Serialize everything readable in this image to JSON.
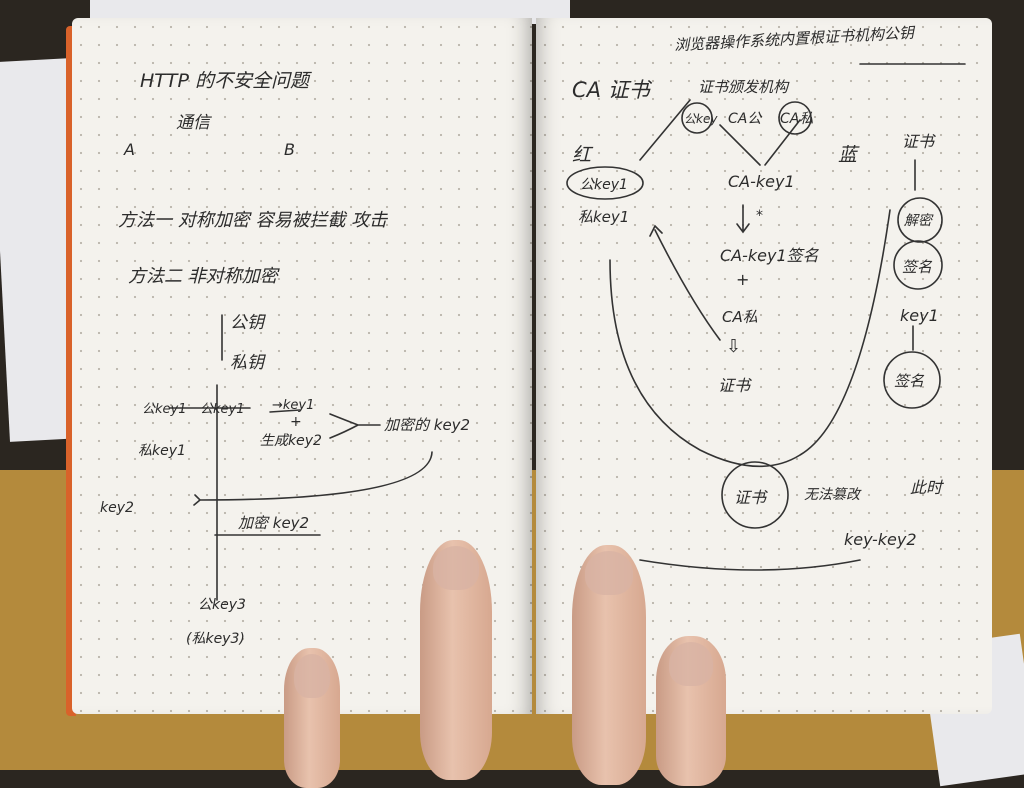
{
  "left_page": {
    "title": "HTTP 的不安全问题",
    "subtitle": "通信",
    "party_a": "A",
    "party_b": "B",
    "method1": "方法一 对称加密  容易被拦截 攻击",
    "method2": "方法二 非对称加密",
    "public_key": "公钥",
    "private_key": "私钥",
    "pub_key1": "公key1",
    "pub_key1_b": "公key1",
    "arrow_key1": "→key1",
    "plus": "+",
    "gen_key2": "生成key2",
    "encrypted_key2": "加密的 key2",
    "priv_key1": "私key1",
    "key2": "key2",
    "encrypt_key2": "加密 key2",
    "pub_key3": "公key3",
    "priv_key3": "(私key3)"
  },
  "right_page": {
    "header_note": "浏览器操作系统内置根证书机构公钥",
    "ca_cert": "CA 证书",
    "cert_issuer": "证书颁发机构",
    "ca_pub_circled": "公key",
    "ca_pub": "CA公",
    "ca_priv_circled": "CA私",
    "red": "红",
    "red_pub_key1": "公key1",
    "red_priv_key1": "私key1",
    "ca_key1": "CA-key1",
    "star": "*",
    "ca_key1_sign": "CA-key1签名",
    "plus": "+",
    "ca_priv": "CA私",
    "down_arrow": "⇩",
    "cert": "证书",
    "blue": "蓝",
    "blue_cert": "证书",
    "blue_step1": "解密",
    "blue_step2": "签名",
    "blue_key1": "key1",
    "blue_step3": "签名",
    "cert_circled": "证书",
    "no_tamper": "无法篡改",
    "at_this_time": "此时",
    "key_key2": "key-key2"
  }
}
